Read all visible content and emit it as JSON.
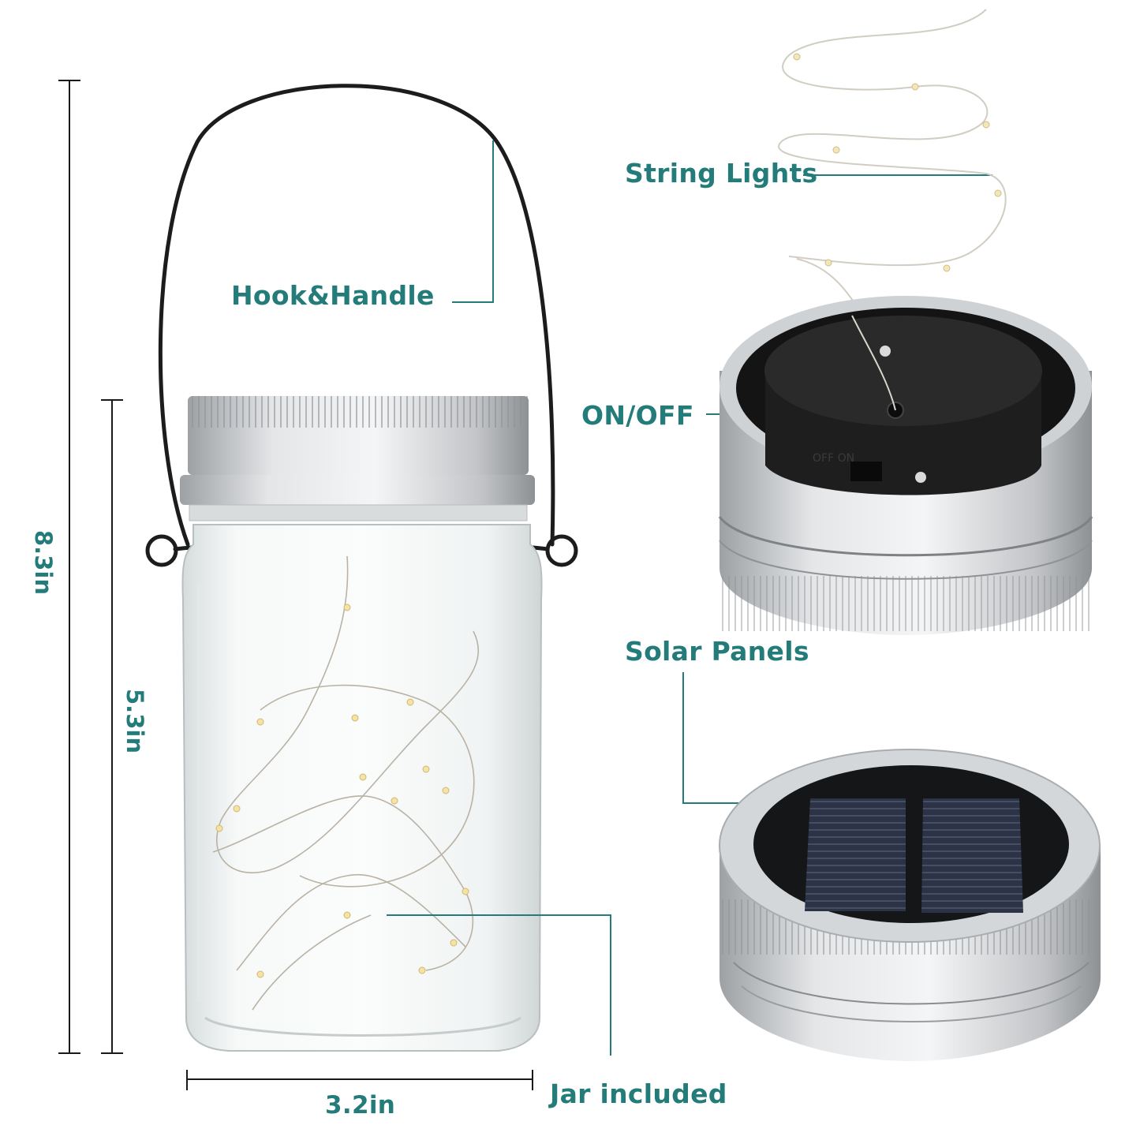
{
  "colors": {
    "accent": "#237b7a",
    "dimension_line": "#1a1a1a",
    "metal": "#c9cbcd",
    "lid_dark": "#1b1b1b",
    "solar_cell": "#2a3144"
  },
  "callouts": {
    "hook_handle": "Hook&Handle",
    "string_lights": "String Lights",
    "on_off": "ON/OFF",
    "solar_panels": "Solar Panels",
    "jar_included": "Jar included"
  },
  "dimensions": {
    "total_height": "8.3in",
    "jar_height": "5.3in",
    "jar_width": "3.2in"
  },
  "switch_text": "OFF ON"
}
